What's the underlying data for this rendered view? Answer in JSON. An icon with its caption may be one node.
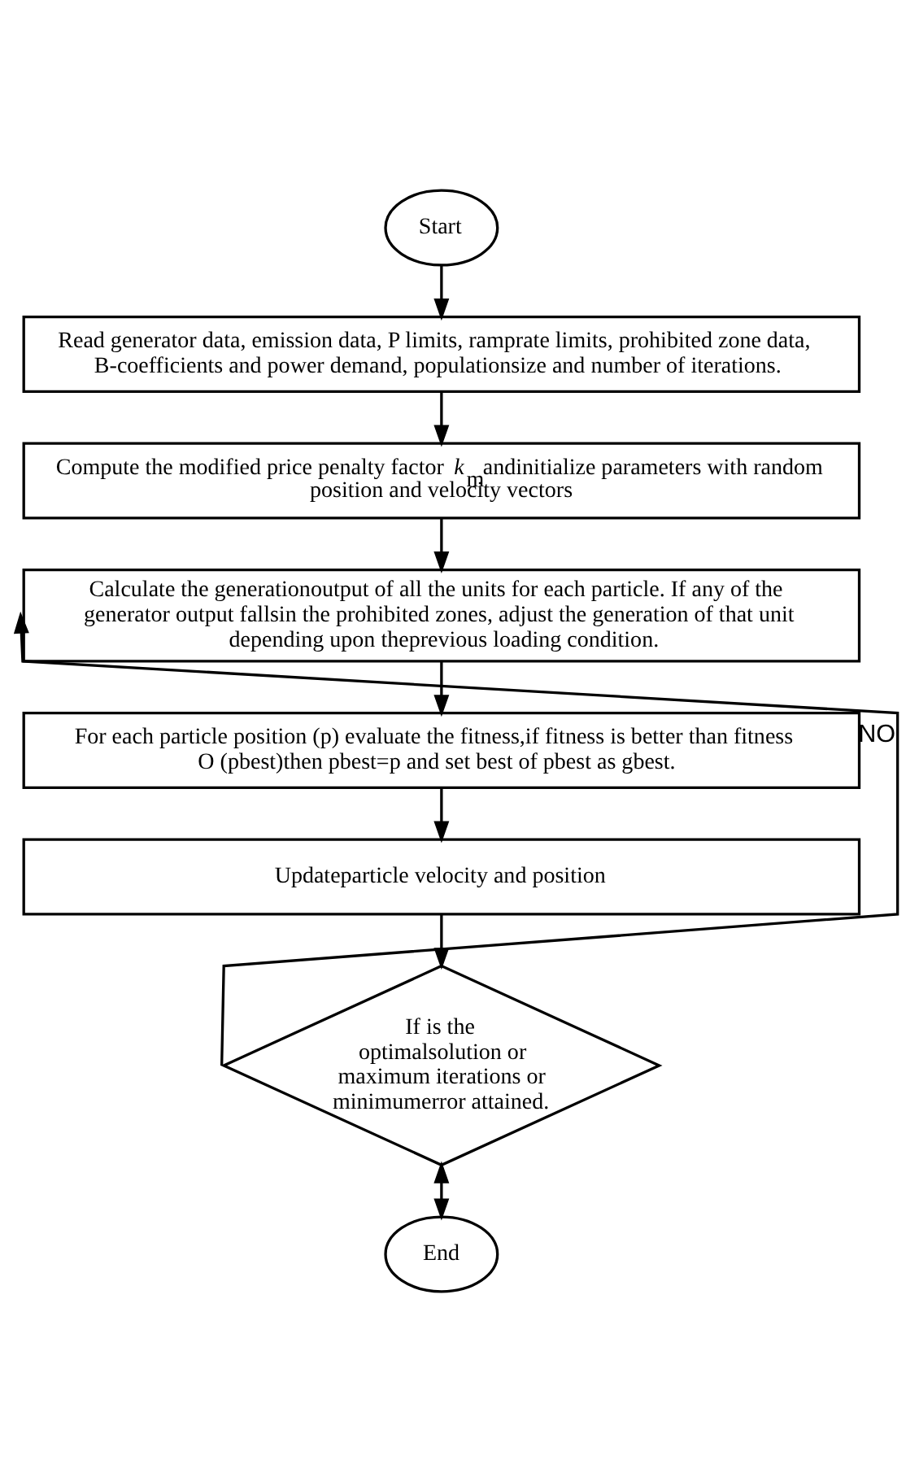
{
  "diagram": {
    "nodes": [
      {
        "text": [
          "Start"
        ]
      },
      {
        "text": [
          "Read generator data, emission data, P limits, ramprate limits, prohibited zone data, B-coefficients and power demand, populationsize and number of iterations."
        ]
      },
      {
        "text": [
          "Compute the modified price penalty factor *k*$_{m}$andinitialize parameters with random position and velocity vectors"
        ]
      },
      {
        "text": [
          "Calculate the generationoutput of all the units for each particle. If any of the generator output fallsin the prohibited zones, adjust the generation of that unit depending upon theprevious loading condition."
        ]
      },
      {
        "text": [
          "For each particle position (p) evaluate the fitness,if fitness is better than fitness O (pbest)then pbest=p and set best of pbest as gbest."
        ]
      },
      {
        "text": [
          "Updateparticle velocity and position"
        ]
      },
      {
        "text": [
          "If is the optimalsolution or maximum iterations or minimumerror attained."
        ]
      },
      {
        "text": [
          "End"
        ]
      }
    ],
    "edges": [
      {
        "from": 0,
        "to": 1,
        "arrow": "to"
      },
      {
        "from": 1,
        "to": 2,
        "arrow": "to"
      },
      {
        "from": 2,
        "to": 3,
        "arrow": "to"
      },
      {
        "from": 3,
        "to": 4,
        "arrow": "to"
      },
      {
        "from": 4,
        "to": 5,
        "arrow": "to"
      },
      {
        "from": 5,
        "to": 6,
        "arrow": "to"
      },
      {
        "from": 6,
        "to": 3,
        "arrow": "to",
        "label": "NO"
      },
      {
        "from": 6,
        "to": 7,
        "arrow": "both"
      }
    ]
  }
}
